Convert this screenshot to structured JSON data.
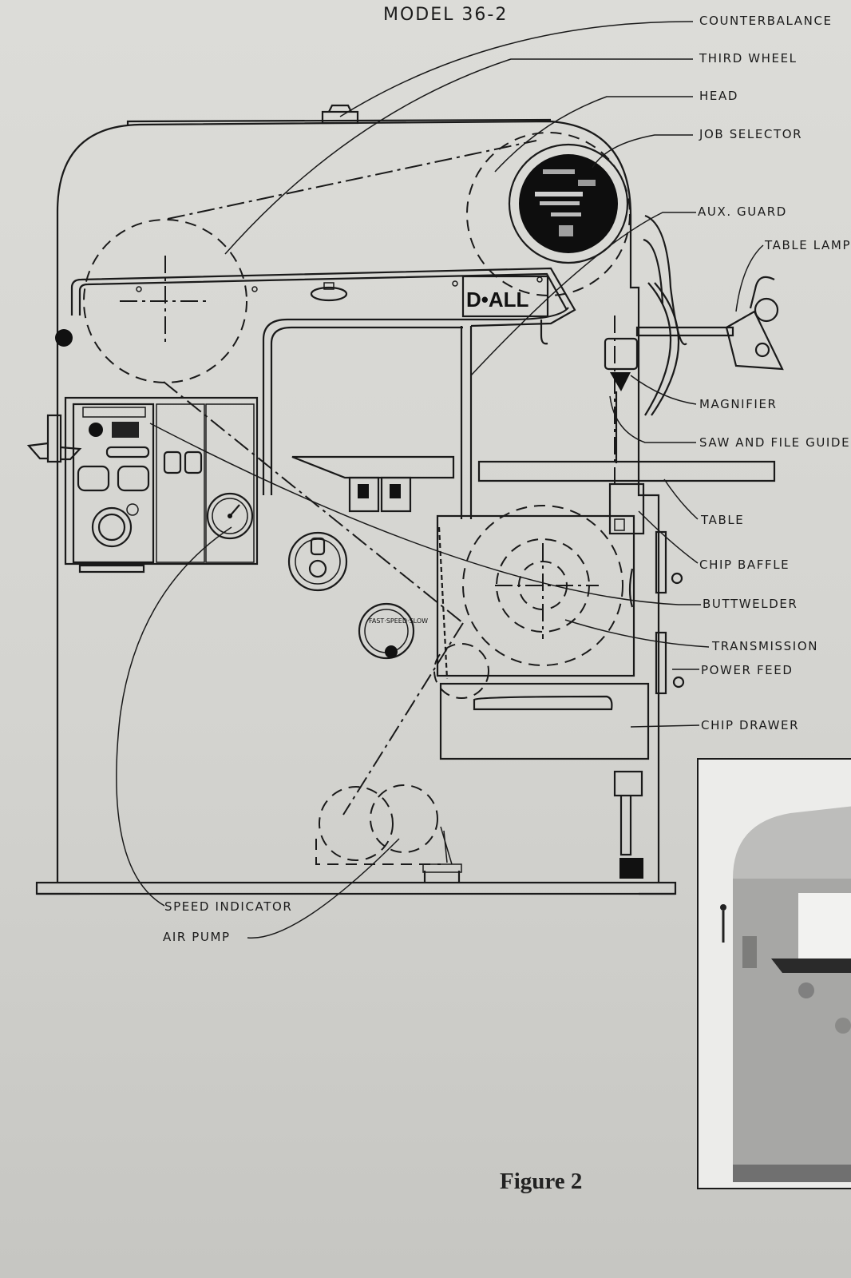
{
  "diagram": {
    "model": "MODEL 36-2",
    "brand": "D•ALL",
    "speed_dial_text": "FAST·SPEED·SLOW",
    "caption": "Figure 2",
    "labels": {
      "counterbalance": "COUNTERBALANCE",
      "third_wheel": "THIRD WHEEL",
      "head": "HEAD",
      "job_selector": "JOB SELECTOR",
      "aux_guard": "AUX. GUARD",
      "table_lamp": "TABLE LAMP",
      "magnifier": "MAGNIFIER",
      "saw_file_guides": "SAW AND FILE GUIDES",
      "table": "TABLE",
      "chip_baffle": "CHIP BAFFLE",
      "buttwelder": "BUTTWELDER",
      "transmission": "TRANSMISSION",
      "power_feed": "POWER FEED",
      "chip_drawer": "CHIP DRAWER",
      "speed_indicator": "SPEED INDICATOR",
      "air_pump": "AIR PUMP"
    }
  }
}
